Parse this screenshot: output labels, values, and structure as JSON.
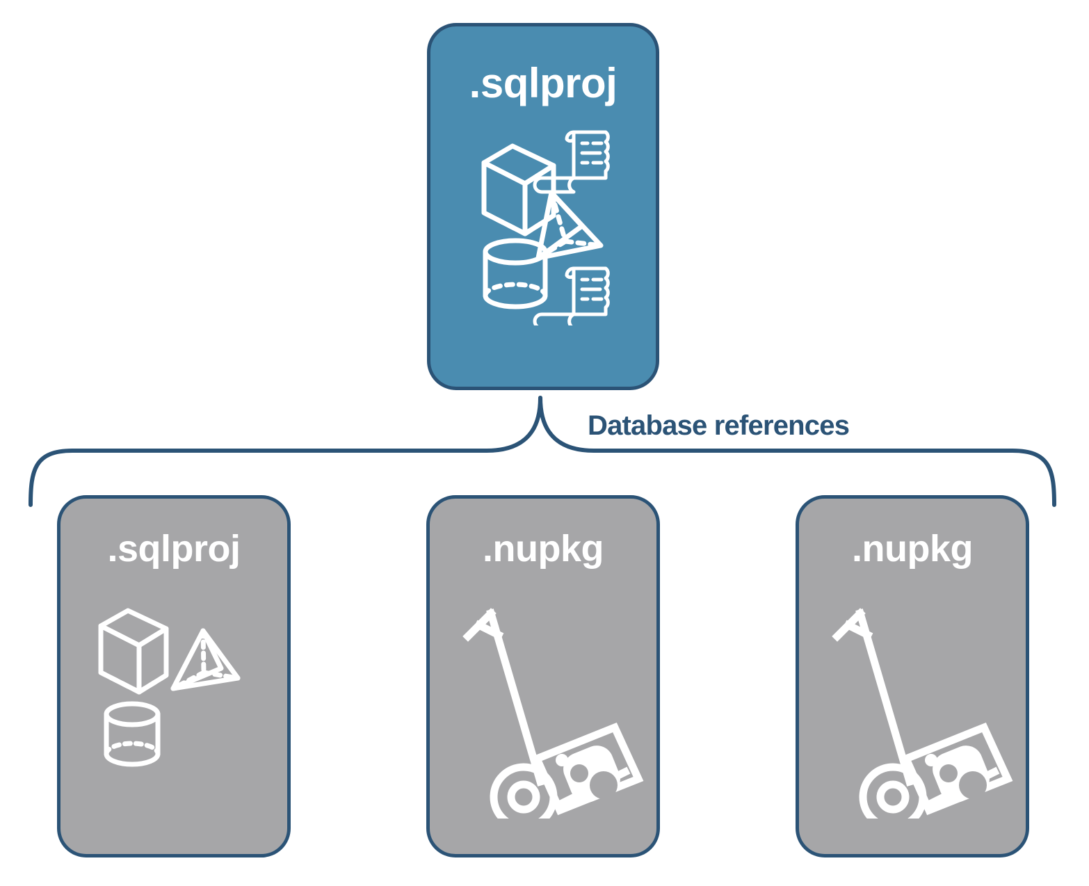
{
  "diagram": {
    "title": "Database references",
    "colors": {
      "primary_fill": "#4a8cb0",
      "secondary_fill": "#a6a6a8",
      "border": "#2b5376",
      "icon": "#ffffff",
      "label_text": "#2b5376",
      "background": "#ffffff"
    },
    "connector": {
      "label": "Database references",
      "type": "curly-brace",
      "label_color": "#2b5376"
    },
    "parent": {
      "id": "sqlproj-parent",
      "label": ".sqlproj",
      "fill": "#4a8cb0",
      "icons": [
        "cube-icon",
        "script-scroll-icon",
        "pyramid-icon",
        "cylinder-icon",
        "script-scroll-icon"
      ]
    },
    "children": [
      {
        "id": "sqlproj-reference",
        "label": ".sqlproj",
        "fill": "#a6a6a8",
        "icons": [
          "cube-icon",
          "pyramid-icon",
          "cylinder-icon"
        ]
      },
      {
        "id": "nupkg-reference-1",
        "label": ".nupkg",
        "fill": "#a6a6a8",
        "icons": [
          "hand-truck-package-icon"
        ]
      },
      {
        "id": "nupkg-reference-2",
        "label": ".nupkg",
        "fill": "#a6a6a8",
        "icons": [
          "hand-truck-package-icon"
        ]
      }
    ]
  }
}
